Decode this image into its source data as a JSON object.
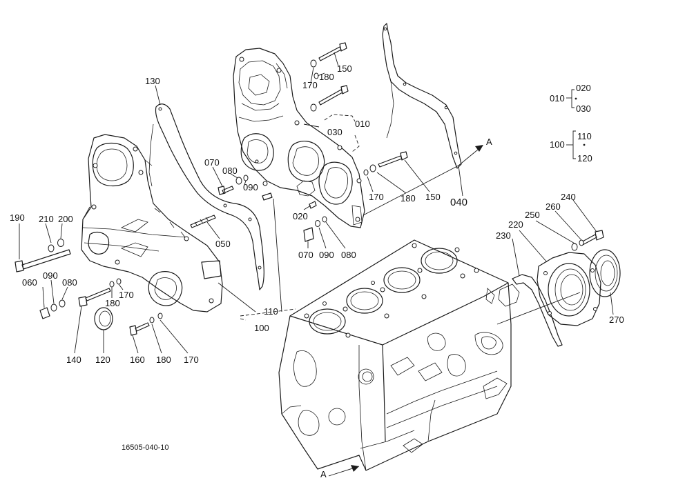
{
  "diagram": {
    "drawing_number": "16505-040-10",
    "callouts": [
      {
        "id": "c130",
        "text": "130"
      },
      {
        "id": "c070a",
        "text": "070"
      },
      {
        "id": "c080a",
        "text": "080"
      },
      {
        "id": "c090a",
        "text": "090"
      },
      {
        "id": "c050",
        "text": "050"
      },
      {
        "id": "c170a",
        "text": "170"
      },
      {
        "id": "c180a",
        "text": "180"
      },
      {
        "id": "c150a",
        "text": "150"
      },
      {
        "id": "c030",
        "text": "030"
      },
      {
        "id": "c010",
        "text": "010"
      },
      {
        "id": "c020",
        "text": "020"
      },
      {
        "id": "c070b",
        "text": "070"
      },
      {
        "id": "c090b",
        "text": "090"
      },
      {
        "id": "c080b",
        "text": "080"
      },
      {
        "id": "c170b",
        "text": "170"
      },
      {
        "id": "c180b",
        "text": "180"
      },
      {
        "id": "c150b",
        "text": "150"
      },
      {
        "id": "c040",
        "text": "040"
      },
      {
        "id": "c190",
        "text": "190"
      },
      {
        "id": "c210",
        "text": "210"
      },
      {
        "id": "c200",
        "text": "200"
      },
      {
        "id": "c060",
        "text": "060"
      },
      {
        "id": "c090c",
        "text": "090"
      },
      {
        "id": "c080c",
        "text": "080"
      },
      {
        "id": "c180c",
        "text": "180"
      },
      {
        "id": "c170c",
        "text": "170"
      },
      {
        "id": "c140",
        "text": "140"
      },
      {
        "id": "c120",
        "text": "120"
      },
      {
        "id": "c160",
        "text": "160"
      },
      {
        "id": "c180d",
        "text": "180"
      },
      {
        "id": "c170d",
        "text": "170"
      },
      {
        "id": "c110",
        "text": "110"
      },
      {
        "id": "c100",
        "text": "100"
      },
      {
        "id": "c230",
        "text": "230"
      },
      {
        "id": "c220",
        "text": "220"
      },
      {
        "id": "c250",
        "text": "250"
      },
      {
        "id": "c260",
        "text": "260"
      },
      {
        "id": "c240",
        "text": "240"
      },
      {
        "id": "c270",
        "text": "270"
      }
    ],
    "arrow_marks": {
      "top": "A",
      "bottom": "A"
    },
    "legend": {
      "group_010": {
        "parent": "010",
        "children": [
          "020",
          "030"
        ]
      },
      "group_100": {
        "parent": "100",
        "children": [
          "110",
          "120"
        ]
      }
    }
  }
}
